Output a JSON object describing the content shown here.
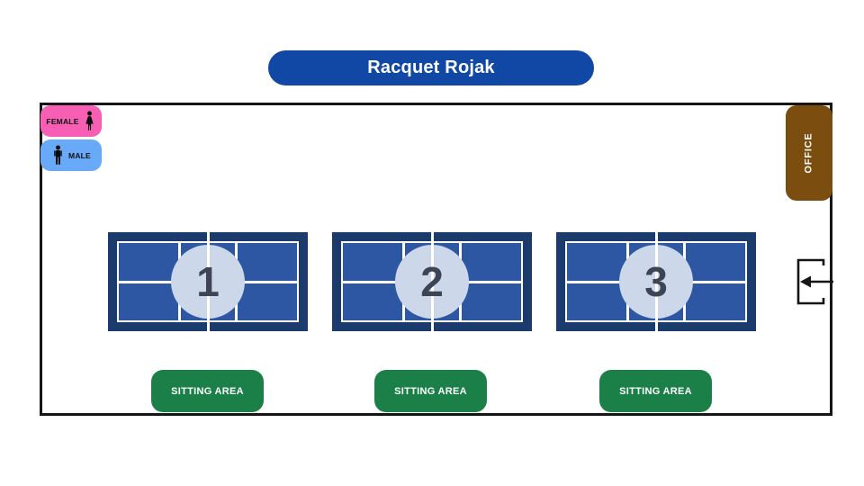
{
  "title": {
    "label": "Racquet Rojak"
  },
  "legend": {
    "female": {
      "label": "FEMALE",
      "icon": "female-icon"
    },
    "male": {
      "label": "MALE",
      "icon": "male-icon"
    }
  },
  "office": {
    "label": "OFFICE"
  },
  "courts": [
    {
      "number": "1"
    },
    {
      "number": "2"
    },
    {
      "number": "3"
    }
  ],
  "sitting_areas": [
    {
      "label": "SITTING AREA"
    },
    {
      "label": "SITTING AREA"
    },
    {
      "label": "SITTING AREA"
    }
  ],
  "entrance": {
    "icon": "entrance-arrow-icon"
  },
  "colors": {
    "title_bg": "#1147a5",
    "wall": "#161616",
    "court_border": "#1c3b6d",
    "court_fill": "#2d57a3",
    "court_circle": "#ccd8e9",
    "court_number": "#3d4454",
    "sitting_bg": "#1a8048",
    "office_bg": "#7b4d0e",
    "female_bg": "#f75fb5",
    "male_bg": "#68aaf8",
    "icon_black": "#0b0b0b"
  }
}
